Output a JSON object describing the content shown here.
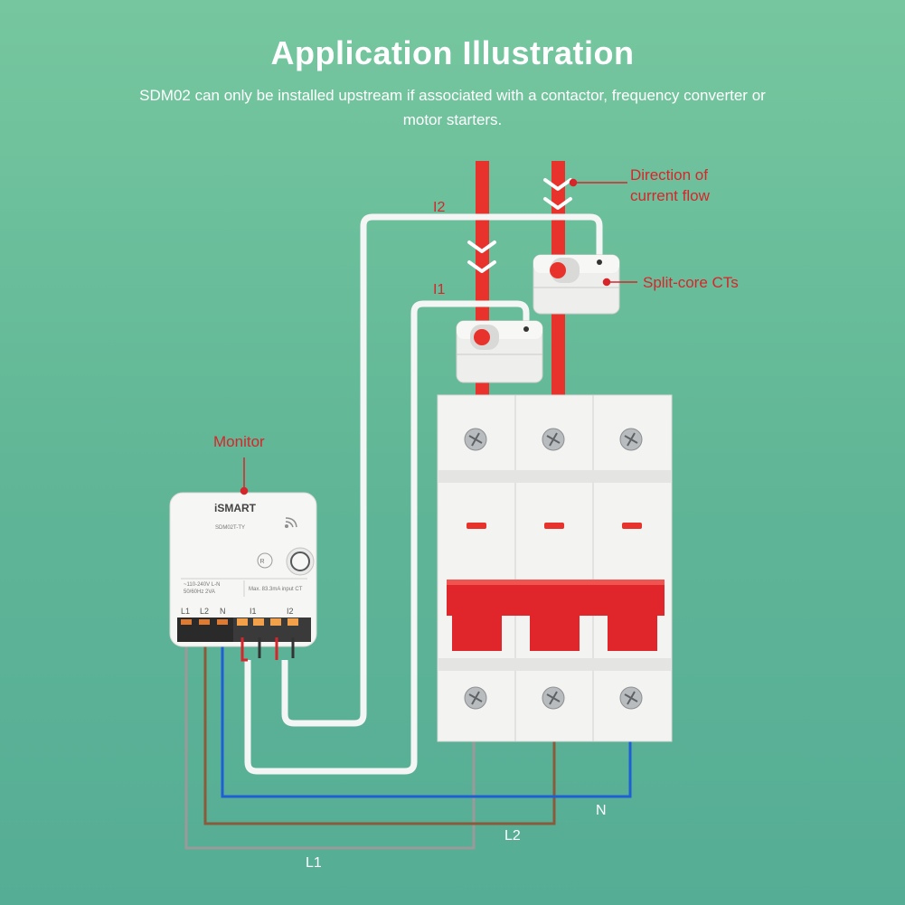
{
  "header": {
    "title": "Application Illustration",
    "subtitle": "SDM02 can only be installed upstream if associated with a contactor, frequency converter or motor starters."
  },
  "callouts": {
    "direction_line1": "Direction of",
    "direction_line2": "current flow",
    "split_core": "Split-core CTs",
    "monitor": "Monitor"
  },
  "wire_labels": {
    "i1": "I1",
    "i2": "I2",
    "n": "N",
    "l1": "L1",
    "l2": "L2"
  },
  "device": {
    "brand": "iSMART",
    "model": "SDM02T-TY",
    "rating": "~110-240V L-N",
    "rating2": "50/60Hz 2VA",
    "input_ct": "Max. 83.3mA input CT",
    "reset_label": "R",
    "terminal_l1": "L1",
    "terminal_l2": "L2",
    "terminal_n": "N",
    "terminal_i1": "I1",
    "terminal_i2": "I2"
  },
  "colors": {
    "background": "#65b998",
    "callout_red": "#d6262b",
    "busbar_red": "#e8322c",
    "wire_white": "#f4f6f5",
    "wire_grey": "#9a9a9a",
    "wire_brown": "#8a5a3a",
    "wire_blue": "#1f5fd6",
    "breaker_body": "#f3f3f1",
    "breaker_handle": "#e0262b"
  }
}
